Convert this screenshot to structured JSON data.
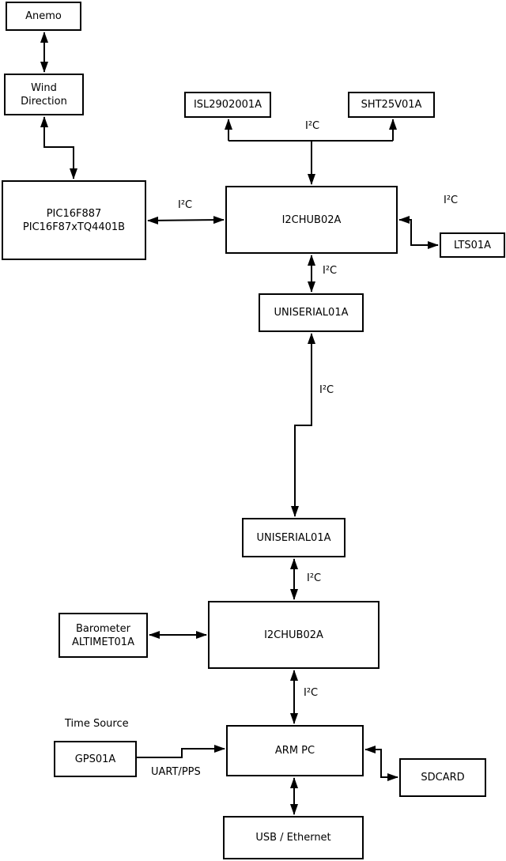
{
  "diagram": {
    "background_color": "#ffffff",
    "line_color": "#000000",
    "nodes": {
      "anemo": {
        "label": "Anemo"
      },
      "wind_direction": {
        "line1": "Wind",
        "line2": "Direction"
      },
      "pic": {
        "line1": "PIC16F887",
        "line2": "PIC16F87xTQ4401B"
      },
      "isl": {
        "label": "ISL2902001A"
      },
      "sht": {
        "label": "SHT25V01A"
      },
      "i2chub_top": {
        "label": "I2CHUB02A"
      },
      "lts": {
        "label": "LTS01A"
      },
      "uniserial_top": {
        "label": "UNISERIAL01A"
      },
      "uniserial_bottom": {
        "label": "UNISERIAL01A"
      },
      "i2chub_bottom": {
        "label": "I2CHUB02A"
      },
      "barometer": {
        "line1": "Barometer",
        "line2": "ALTIMET01A"
      },
      "gps": {
        "label": "GPS01A"
      },
      "arm_pc": {
        "label": "ARM PC"
      },
      "sdcard": {
        "label": "SDCARD"
      },
      "usb_ethernet": {
        "label": "USB / Ethernet"
      }
    },
    "labels": {
      "i2c_sensor_bus": "I²C",
      "i2c_pic_hub": "I²C",
      "i2c_hub_lts": "I²C",
      "i2c_hub_uniserial": "I²C",
      "i2c_uniserial_link": "I²C",
      "i2c_uniserial_hub2": "I²C",
      "i2c_hub2_armpc": "I²C",
      "time_source": "Time Source",
      "uart_pps": "UART/PPS"
    }
  }
}
